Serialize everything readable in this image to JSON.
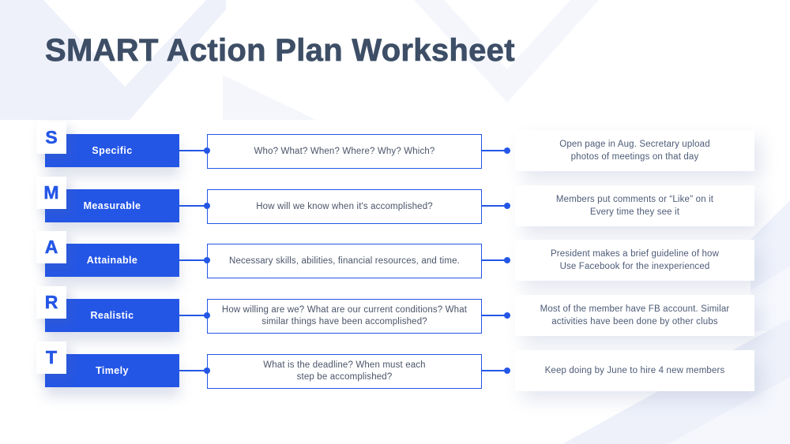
{
  "title": "SMART Action Plan Worksheet",
  "colors": {
    "accent": "#2456E6",
    "title_text": "#3D4E66",
    "question_text": "#4A5468",
    "answer_text": "#4D5B76",
    "background_tint": "#EEF1FA"
  },
  "rows": [
    {
      "letter": "S",
      "label": "Specific",
      "question_lines": [
        "Who? What? When? Where? Why? Which?"
      ],
      "answer_lines": [
        "Open page in Aug. Secretary upload",
        "photos of meetings on that day"
      ]
    },
    {
      "letter": "M",
      "label": "Measurable",
      "question_lines": [
        "How will we  know when it's accomplished?"
      ],
      "answer_lines": [
        "Members put comments or “Like\" on it",
        "Every time they see it"
      ]
    },
    {
      "letter": "A",
      "label": "Attainable",
      "question_lines": [
        "Necessary skills, abilities, financial resources, and time."
      ],
      "answer_lines": [
        "President makes a brief guideline of how",
        "Use Facebook for the inexperienced"
      ]
    },
    {
      "letter": "R",
      "label": "Realistic",
      "question_lines": [
        "How willing are we? What are our current conditions? What",
        "similar things have been accomplished?"
      ],
      "answer_lines": [
        "Most of the member have FB account. Similar",
        "activities have been done by other clubs"
      ]
    },
    {
      "letter": "T",
      "label": "Timely",
      "question_lines": [
        "What is the deadline? When must each",
        "step be accomplished?"
      ],
      "answer_lines": [
        "Keep doing by June to hire 4 new members"
      ]
    }
  ]
}
